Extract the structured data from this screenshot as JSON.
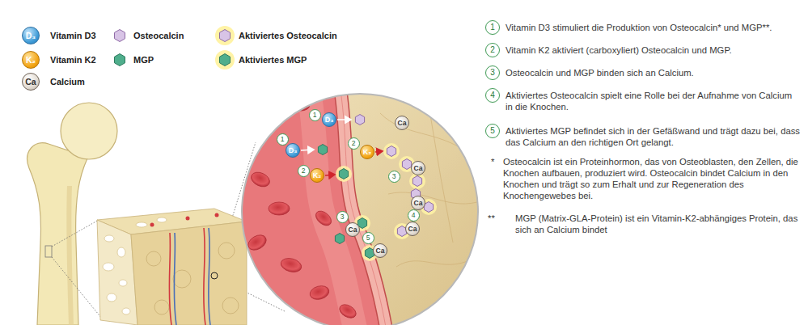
{
  "diagram": {
    "labels": [
      "D₃",
      "K₂",
      "Ca",
      "1",
      "D₃",
      "1",
      "D₃",
      "2",
      "K₂",
      "2",
      "K₂",
      "Ca",
      "3",
      "Ca",
      "Ca",
      "4",
      "Ca",
      "3",
      "Ca",
      "5",
      "Ca",
      "1",
      "Vitamin D3 stimuliert die Produktion von Osteocalcin* und MGP**.",
      "2",
      "Vitamin K2 aktiviert (carboxyliert) Osteocalcin und MGP.",
      "3",
      "Osteocalcin und MGP binden sich an Calcium.",
      "4",
      "Aktiviertes Osteocalcin spielt eine Rolle bei der Aufnahme von Calcium in die Knochen.",
      "5",
      "Aktiviertes MGP befindet sich in der Gefäßwand und trägt dazu bei, dass das Calcium an den richtigen Ort gelangt.",
      "*",
      "Osteocalcin ist ein Proteinhormon, das von Osteoblasten, den Zellen, die Knochen aufbauen, produziert wird. Osteocalcin bindet Calcium in den Knochen und trägt so zum Erhalt und zur Regeneration des Knochengewebes bei.",
      "**",
      "MGP (Matrix-GLA-Protein) ist ein Vitamin-K2-abhängiges Protein, das sich an Calcium bindet"
    ],
    "legend": [
      {
        "text": "Vitamin D3"
      },
      {
        "text": "Vitamin K2"
      },
      {
        "text": "Calcium"
      },
      {
        "text": "Osteocalcin"
      },
      {
        "text": "MGP"
      },
      {
        "text": "Aktiviertes Osteocalcin"
      },
      {
        "text": "Aktiviertes MGP"
      }
    ]
  }
}
